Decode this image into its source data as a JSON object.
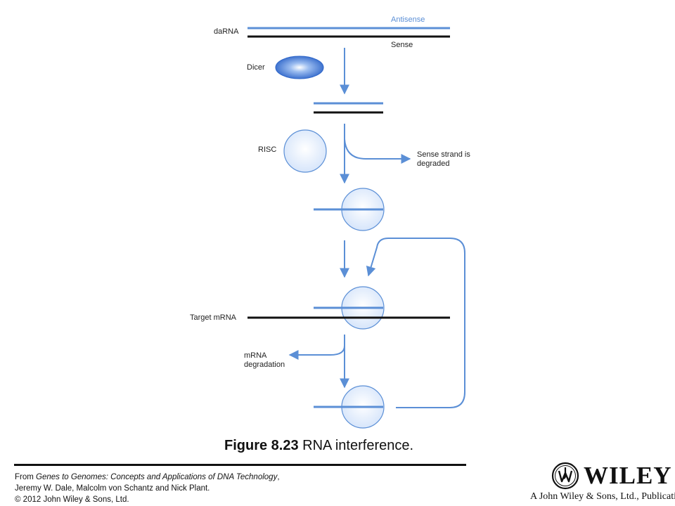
{
  "labels": {
    "antisense": "Antisense",
    "darna": "daRNA",
    "sense": "Sense",
    "dicer": "Dicer",
    "risc": "RISC",
    "sense_degraded_1": "Sense strand is",
    "sense_degraded_2": "degraded",
    "target_mrna": "Target mRNA",
    "mrna_degradation_1": "mRNA",
    "mrna_degradation_2": "degradation"
  },
  "caption": {
    "figure_number": "Figure 8.23",
    "title": "RNA interference."
  },
  "source": {
    "line1_prefix": "From ",
    "book_title": "Genes to Genomes: Concepts and Applications of DNA Technology",
    "line1_suffix": ",",
    "line2": "Jeremy W. Dale, Malcolm von Schantz and Nick Plant.",
    "line3": "© 2012 John Wiley & Sons, Ltd."
  },
  "logo": {
    "wordmark": "WILEY",
    "publisher_line": "A John Wiley & Sons, Ltd., Publication"
  },
  "colors": {
    "rna_blue": "#5b8fd6",
    "dicer_blue": "#2f66c9",
    "strand_black": "#111111",
    "risc_fill": "#dbe8fb",
    "risc_stroke": "#5b8fd6"
  }
}
